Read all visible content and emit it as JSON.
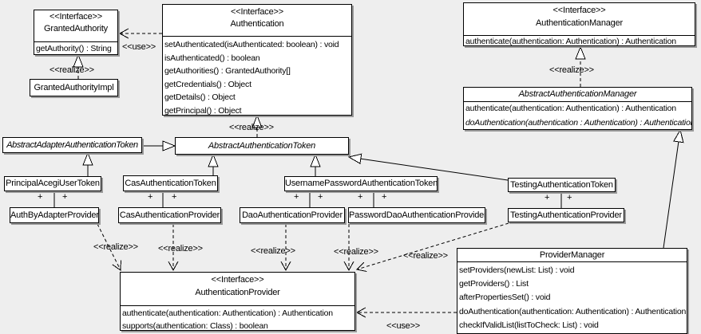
{
  "diagram": {
    "background": "#eeeeee",
    "box_fill": "#ffffff",
    "line_color": "#000000",
    "shadow_color": "#999999"
  },
  "labels": {
    "realize": "<<realize>>",
    "use": "<<use>>",
    "plus": "+"
  },
  "classes": {
    "granted_authority": {
      "stereotype": "<<Interface>>",
      "name": "GrantedAuthority",
      "methods": [
        "getAuthority() : String"
      ]
    },
    "granted_authority_impl": {
      "name": "GrantedAuthorityImpl"
    },
    "authentication": {
      "stereotype": "<<Interface>>",
      "name": "Authentication",
      "methods": [
        "setAuthenticated(isAuthenticated: boolean) : void",
        "isAuthenticated() : boolean",
        "getAuthorities() : GrantedAuthority[]",
        "getCredentials() : Object",
        "getDetails() : Object",
        "getPrincipal() : Object"
      ]
    },
    "authentication_manager": {
      "stereotype": "<<Interface>>",
      "name": "AuthenticationManager",
      "methods": [
        "authenticate(authentication: Authentication) : Authentication"
      ]
    },
    "abstract_authentication_manager": {
      "name": "AbstractAuthenticationManager",
      "methods": [
        "authenticate(authentication: Authentication) : Authentication",
        "doAuthentication(authentication : Authentication) : Authentication"
      ]
    },
    "abstract_adapter_authentication_token": {
      "name": "AbstractAdapterAuthenticationToken"
    },
    "abstract_authentication_token": {
      "name": "AbstractAuthenticationToken"
    },
    "principal_acegi_user_token": {
      "name": "PrincipalAcegiUserToken"
    },
    "cas_authentication_token": {
      "name": "CasAuthenticationToken"
    },
    "username_password_authentication_token": {
      "name": "UsernamePasswordAuthenticationToken"
    },
    "testing_authentication_token": {
      "name": "TestingAuthenticationToken"
    },
    "auth_by_adapter_provider": {
      "name": "AuthByAdapterProvider"
    },
    "cas_authentication_provider": {
      "name": "CasAuthenticationProvider"
    },
    "dao_authentication_provider": {
      "name": "DaoAuthenticationProvider"
    },
    "password_dao_authentication_provider": {
      "name": "PasswordDaoAuthenticationProvider"
    },
    "testing_authentication_provider": {
      "name": "TestingAuthenticationProvider"
    },
    "authentication_provider": {
      "stereotype": "<<Interface>>",
      "name": "AuthenticationProvider",
      "methods": [
        "authenticate(authentication: Authentication) : Authentication",
        "supports(authentication: Class) : boolean"
      ]
    },
    "provider_manager": {
      "name": "ProviderManager",
      "methods": [
        "setProviders(newList: List) : void",
        "getProviders() : List",
        "afterPropertiesSet() : void",
        "doAuthentication(authentication: Authentication) : Authentication",
        "checkIfValidList(listToCheck: List) : void"
      ]
    }
  }
}
